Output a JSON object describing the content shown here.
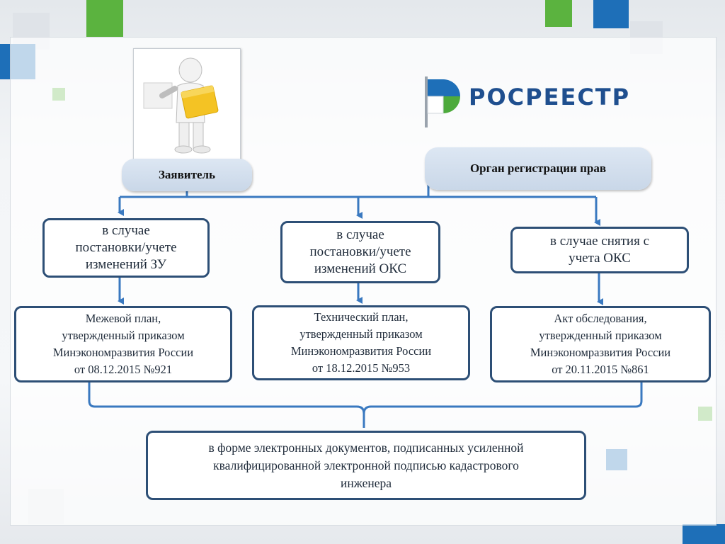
{
  "brand": {
    "name": "РОСРЕЕСТР",
    "colors": {
      "blue": "#1f6fb5",
      "green": "#4daa3c",
      "navy": "#1f4f8f"
    }
  },
  "diagram": {
    "applicant": {
      "label": "Заявитель",
      "illustration": "figure-holding-folder"
    },
    "authority": {
      "label": "Орган регистрации прав"
    },
    "cases": [
      {
        "lines": [
          "в случае",
          "постановки/учете",
          "изменений ЗУ"
        ]
      },
      {
        "lines": [
          "в случае",
          "постановки/учете",
          "изменений ОКС"
        ]
      },
      {
        "lines": [
          "в случае снятия с",
          "учета ОКС"
        ]
      }
    ],
    "documents": [
      {
        "lines": [
          "Межевой план,",
          "утвержденный приказом",
          "Минэкономразвития России",
          "от 08.12.2015 №921"
        ]
      },
      {
        "lines": [
          "Технический план,",
          "утвержденный приказом",
          "Минэкономразвития России",
          "от 18.12.2015 №953"
        ]
      },
      {
        "lines": [
          "Акт обследования,",
          "утвержденный приказом",
          "Минэкономразвития России",
          "от 20.11.2015 №861"
        ]
      }
    ],
    "result": {
      "lines": [
        "в форме электронных документов, подписанных усиленной",
        "квалифицированной электронной подписью кадастрового",
        "инженера"
      ]
    }
  }
}
